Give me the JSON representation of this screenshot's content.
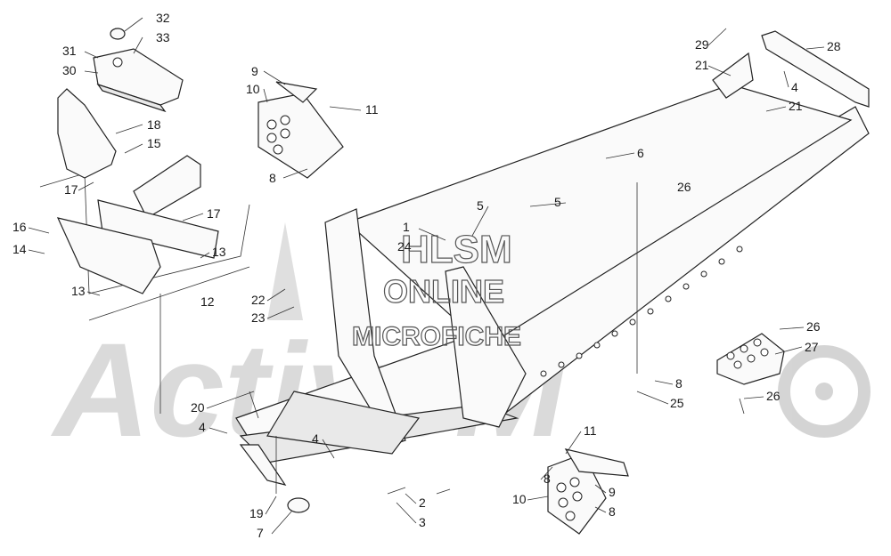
{
  "watermark": {
    "line1": "HLSM",
    "line2": "ONLINE",
    "line3": "MICROFICHE",
    "logo_text": "ActiveM"
  },
  "callouts": [
    {
      "id": "c32",
      "label": "32"
    },
    {
      "id": "c33",
      "label": "33"
    },
    {
      "id": "c31",
      "label": "31"
    },
    {
      "id": "c30",
      "label": "30"
    },
    {
      "id": "c9a",
      "label": "9"
    },
    {
      "id": "c10a",
      "label": "10"
    },
    {
      "id": "c11a",
      "label": "11"
    },
    {
      "id": "c8a",
      "label": "8"
    },
    {
      "id": "c18",
      "label": "18"
    },
    {
      "id": "c15",
      "label": "15"
    },
    {
      "id": "c17a",
      "label": "17"
    },
    {
      "id": "c17b",
      "label": "17"
    },
    {
      "id": "c16",
      "label": "16"
    },
    {
      "id": "c14",
      "label": "14"
    },
    {
      "id": "c13a",
      "label": "13"
    },
    {
      "id": "c13b",
      "label": "13"
    },
    {
      "id": "c12",
      "label": "12"
    },
    {
      "id": "c22",
      "label": "22"
    },
    {
      "id": "c23",
      "label": "23"
    },
    {
      "id": "c1",
      "label": "1"
    },
    {
      "id": "c24",
      "label": "24"
    },
    {
      "id": "c5a",
      "label": "5"
    },
    {
      "id": "c5b",
      "label": "5"
    },
    {
      "id": "c6",
      "label": "6"
    },
    {
      "id": "c26a",
      "label": "26"
    },
    {
      "id": "c29",
      "label": "29"
    },
    {
      "id": "c28",
      "label": "28"
    },
    {
      "id": "c21a",
      "label": "21"
    },
    {
      "id": "c4a",
      "label": "4"
    },
    {
      "id": "c21b",
      "label": "21"
    },
    {
      "id": "c26b",
      "label": "26"
    },
    {
      "id": "c27",
      "label": "27"
    },
    {
      "id": "c26c",
      "label": "26"
    },
    {
      "id": "c8b",
      "label": "8"
    },
    {
      "id": "c25",
      "label": "25"
    },
    {
      "id": "c20",
      "label": "20"
    },
    {
      "id": "c4b",
      "label": "4"
    },
    {
      "id": "c4c",
      "label": "4"
    },
    {
      "id": "c11b",
      "label": "11"
    },
    {
      "id": "c8c",
      "label": "8"
    },
    {
      "id": "c10b",
      "label": "10"
    },
    {
      "id": "c9b",
      "label": "9"
    },
    {
      "id": "c8d",
      "label": "8"
    },
    {
      "id": "c2",
      "label": "2"
    },
    {
      "id": "c3",
      "label": "3"
    },
    {
      "id": "c19",
      "label": "19"
    },
    {
      "id": "c7",
      "label": "7"
    }
  ]
}
